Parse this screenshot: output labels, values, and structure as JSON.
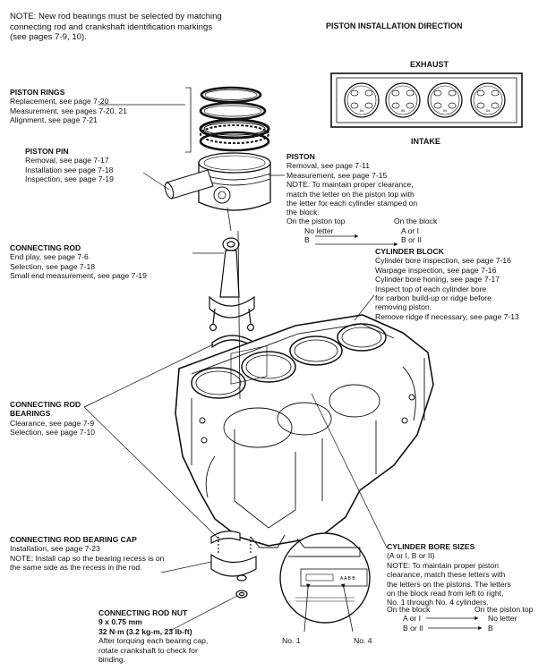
{
  "note": {
    "line1": "NOTE:  New rod bearings must be selected by matching",
    "line2": "connecting rod and crankshaft identification markings",
    "line3": "(see pages 7-9, 10)."
  },
  "piston_install_direction": {
    "title": "PISTON INSTALLATION DIRECTION",
    "exhaust": "EXHAUST",
    "intake": "INTAKE"
  },
  "piston_rings": {
    "title": "PISTON RINGS",
    "lines": [
      "Replacement, see page 7-20",
      "Measurement, see pages 7-20, 21",
      "Alignment, see page 7-21"
    ]
  },
  "piston_pin": {
    "title": "PISTON PIN",
    "lines": [
      "Removal, see page 7-17",
      "Installation see page 7-18",
      "Inspection, see page 7-19"
    ]
  },
  "piston": {
    "title": "PISTON",
    "lines": [
      "Removal, see page 7-11",
      "Measurement, see page 7-15",
      "NOTE:  To maintain proper clearance,",
      "match the letter on the piston top with",
      "the letter for each cylinder stamped on",
      "the block."
    ],
    "col_left_header": "On the piston top",
    "col_right_header": "On the block",
    "rows": [
      {
        "left": "No letter",
        "right": "A or I"
      },
      {
        "left": "B",
        "right": "B or II"
      }
    ]
  },
  "connecting_rod": {
    "title": "CONNECTING ROD",
    "lines": [
      "End play, see page 7-6",
      "Selection, see page 7-18",
      "Small end measurement, see page 7-19"
    ]
  },
  "cylinder_block": {
    "title": "CYLINDER BLOCK",
    "lines": [
      "Cylinder bore inspection, see page 7-16",
      "Warpage inspection, see page 7-16",
      "Cylinder bore honing, see page 7-17",
      "Inspect top of each cylinder bore",
      "for carbon build-up or ridge before",
      "removing piston.",
      "Remove ridge if necessary, see page 7-13"
    ]
  },
  "rod_bearings": {
    "title1": "CONNECTING ROD",
    "title2": "BEARINGS",
    "lines": [
      "Clearance, see page 7-9",
      "Selection, see page 7-10"
    ]
  },
  "bearing_cap": {
    "title": "CONNECTING ROD BEARING CAP",
    "lines": [
      "Installation, see page 7-23",
      "NOTE:  Install cap so the bearing recess is on",
      "the same side as the recess in the rod."
    ]
  },
  "rod_nut": {
    "title": "CONNECTING ROD NUT",
    "spec1": "9 x 0.75 mm",
    "spec2": "32 N·m (3.2 kg-m, 23 lb-ft)",
    "lines": [
      "After torquing each bearing cap,",
      "rotate crankshaft to check for",
      "binding."
    ]
  },
  "bore_sizes": {
    "title": "CYLINDER BORE SIZES",
    "lines": [
      "(A or I, B or II)",
      "NOTE:  To maintain proper piston",
      "clearance, match these letters with",
      "the letters on the pistons. The letters",
      "on the block read from left to right,",
      "No. 1 through No. 4 cylinders."
    ],
    "col_left_header": "On the block",
    "col_right_header": "On the piston top",
    "rows": [
      {
        "left": "A or I",
        "right": "No letter"
      },
      {
        "left": "B or II",
        "right": "B"
      }
    ],
    "stamp": "A A B B",
    "no1": "No. 1",
    "no4": "No. 4"
  },
  "piston_marks": [
    "IN",
    "IN",
    "IN",
    "IN"
  ]
}
